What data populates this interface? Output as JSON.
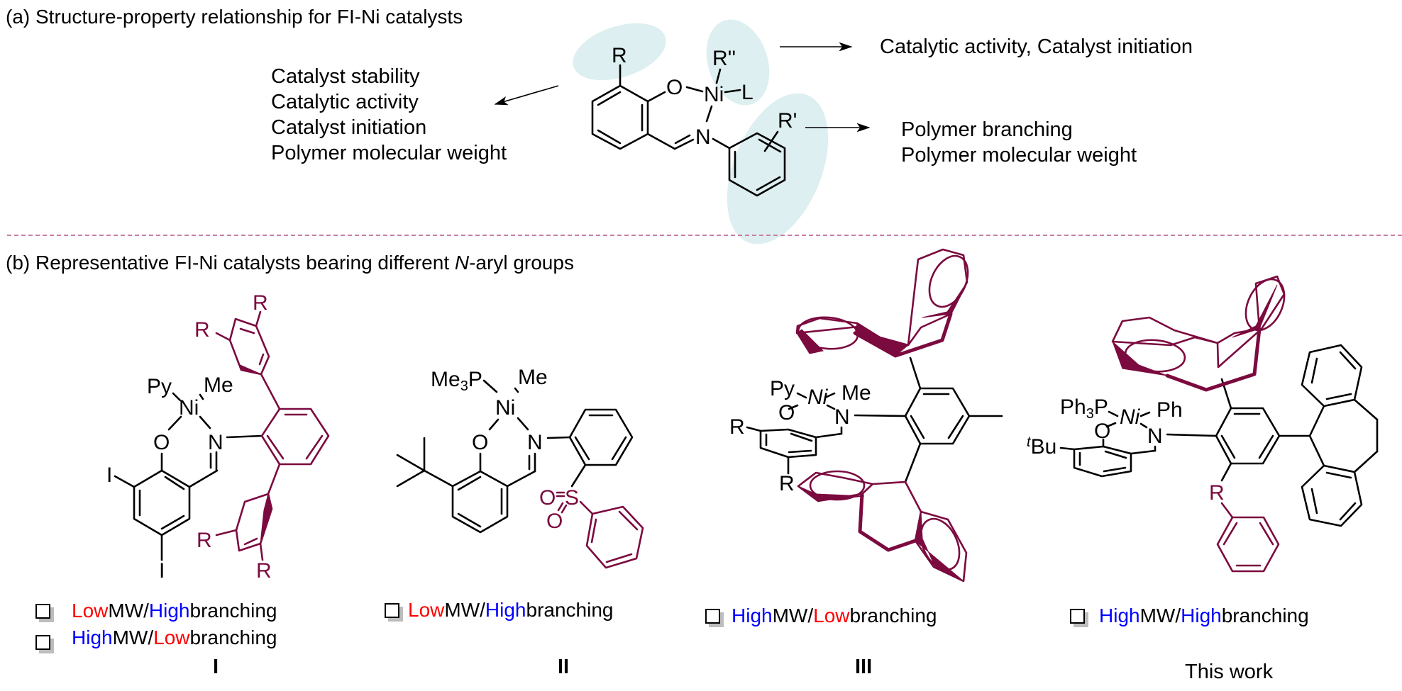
{
  "section_a": {
    "title": "(a) Structure-property relationship for FI-Ni catalysts",
    "left_effects": [
      "Catalyst stability",
      "Catalytic activity",
      "Catalyst initiation",
      "Polymer molecular weight"
    ],
    "top_right_effects": "Catalytic activity, Catalyst initiation",
    "bottom_right_effects": [
      "Polymer branching",
      "Polymer molecular weight"
    ],
    "structure_atoms": {
      "R": "R",
      "O": "O",
      "Ni": "Ni",
      "N": "N",
      "L": "L",
      "R2": "R''",
      "R1": "R'"
    }
  },
  "section_b": {
    "title_prefix": "(b) Representative FI-Ni catalysts bearing different ",
    "title_italic": "N",
    "title_suffix": "-aryl groups"
  },
  "compounds": [
    {
      "id": "I",
      "label": "I",
      "atoms": {
        "py": "Py",
        "me": "Me",
        "ni": "Ni",
        "o": "O",
        "n": "N",
        "i1": "I",
        "i2": "I",
        "r": "R"
      },
      "properties": [
        {
          "first": "Low",
          "first_color": "#ff0000",
          "middle": " MW/",
          "second": "High",
          "second_color": "#0000ff",
          "rest": " branching"
        },
        {
          "first": "High",
          "first_color": "#0000ff",
          "middle": " MW/",
          "second": "Low",
          "second_color": "#ff0000",
          "rest": " branching"
        }
      ]
    },
    {
      "id": "II",
      "label": "II",
      "atoms": {
        "me3p": "Me",
        "me3p_sub": "3",
        "me3p_p": "P",
        "me": "Me",
        "ni": "Ni",
        "o": "O",
        "n": "N",
        "s": "S",
        "so1": "O",
        "so2": "O"
      },
      "properties": [
        {
          "first": "Low",
          "first_color": "#ff0000",
          "middle": " MW/",
          "second": "High",
          "second_color": "#0000ff",
          "rest": " branching"
        }
      ]
    },
    {
      "id": "III",
      "label": "III",
      "atoms": {
        "py": "Py",
        "me": "Me",
        "ni": "Ni",
        "o": "O",
        "n": "N",
        "r": "R"
      },
      "properties": [
        {
          "first": "High",
          "first_color": "#0000ff",
          "middle": " MW/",
          "second": "Low",
          "second_color": "#ff0000",
          "rest": " branching"
        }
      ]
    },
    {
      "id": "this-work",
      "label": "This work",
      "atoms": {
        "ph3p": "Ph",
        "ph3p_sub": "3",
        "ph3p_p": "P",
        "ph": "Ph",
        "ni": "Ni",
        "o": "O",
        "n": "N",
        "tbu_sup": "t",
        "tbu": "Bu",
        "r": "R"
      },
      "properties": [
        {
          "first": "High",
          "first_color": "#0000ff",
          "middle": " MW/",
          "second": "High",
          "second_color": "#0000ff",
          "rest": " branching"
        }
      ]
    }
  ],
  "colors": {
    "highlight": "#ddeff0",
    "accent": "#7b0a3f",
    "divider": "#c87fa3",
    "low": "#ff0000",
    "high": "#0000ff"
  }
}
